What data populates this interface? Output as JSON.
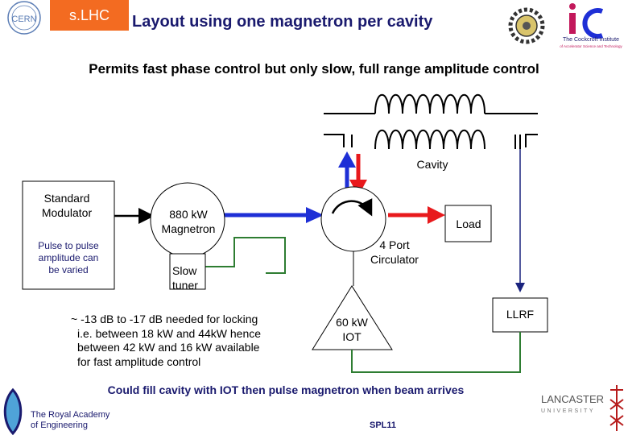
{
  "header": {
    "badge": "s.LHC",
    "title": "Layout using one magnetron per cavity",
    "subtitle": "Permits fast phase control but only slow, full range amplitude control"
  },
  "logos": {
    "cern": "CERN",
    "cockcroft_line1": "The Cockcroft Institute",
    "cockcroft_line2": "of Accelerator Science and Technology",
    "royal_academy_line1": "The Royal Academy",
    "royal_academy_line2": "of Engineering",
    "lancaster_line1": "LANCASTER",
    "lancaster_line2": "UNIVERSITY"
  },
  "diagram": {
    "cavity": "Cavity",
    "modulator_line1": "Standard",
    "modulator_line2": "Modulator",
    "pulse_line1": "Pulse to pulse",
    "pulse_line2": "amplitude can",
    "pulse_line3": "be varied",
    "magnetron_line1": "880 kW",
    "magnetron_line2": "Magnetron",
    "tuner_line1": "Slow",
    "tuner_line2": "tuner",
    "load": "Load",
    "circulator_line1": "4 Port",
    "circulator_line2": "Circulator",
    "iot_line1": "60 kW",
    "iot_line2": "IOT",
    "llrf": "LLRF",
    "locking_line1": "~ -13 dB to -17 dB needed for locking",
    "locking_line2": "i.e. between 18 kW and 44kW hence",
    "locking_line3": "between 42 kW and 16 kW available",
    "locking_line4": "for fast  amplitude control"
  },
  "footer": {
    "note": "Could fill cavity with IOT then pulse magnetron when beam arrives",
    "slide_id": "SPL11"
  },
  "colors": {
    "badge": "#f36b21",
    "title": "#1a1a6e",
    "blue_arrow": "#1e2fd6",
    "red_arrow": "#e8191c",
    "green_line": "#2e7d32",
    "navy_line": "#1a237e"
  }
}
